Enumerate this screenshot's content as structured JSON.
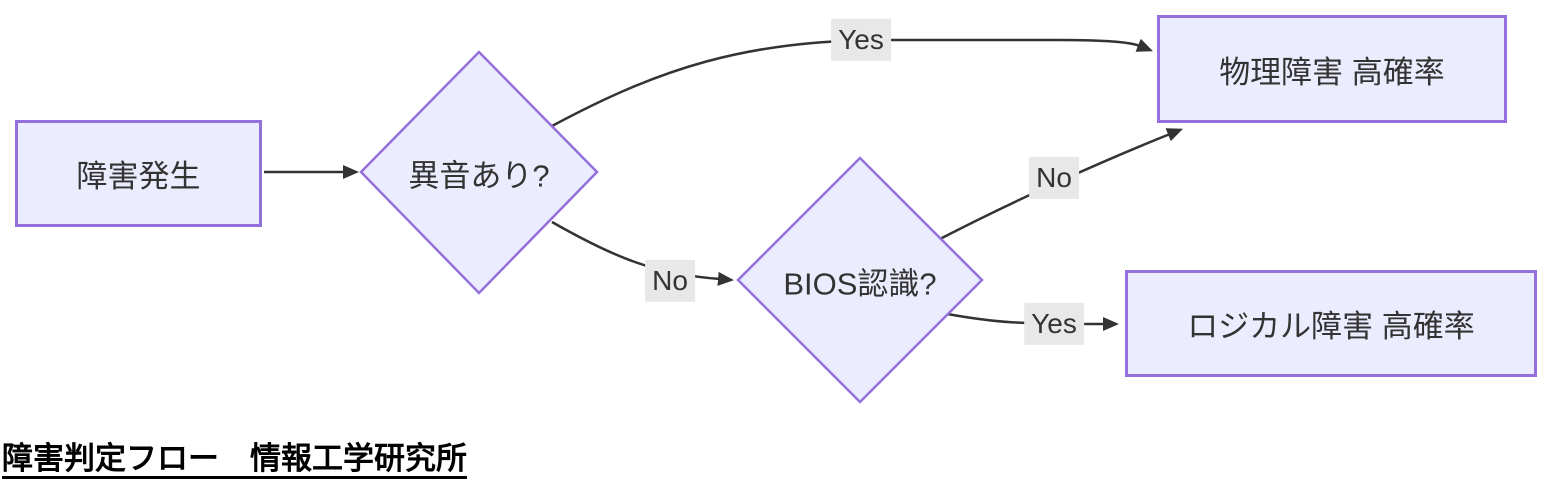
{
  "diagram": {
    "type": "flowchart",
    "direction": "left-to-right",
    "nodes": {
      "start": {
        "label": "障害発生",
        "shape": "rectangle"
      },
      "noise": {
        "label": "異音あり?",
        "shape": "diamond"
      },
      "bios": {
        "label": "BIOS認識?",
        "shape": "diamond"
      },
      "physical": {
        "label": "物理障害 高確率",
        "shape": "rectangle"
      },
      "logical": {
        "label": "ロジカル障害 高確率",
        "shape": "rectangle"
      }
    },
    "edges": [
      {
        "from": "start",
        "to": "noise",
        "label": ""
      },
      {
        "from": "noise",
        "to": "physical",
        "label": "Yes"
      },
      {
        "from": "noise",
        "to": "bios",
        "label": "No"
      },
      {
        "from": "bios",
        "to": "physical",
        "label": "No"
      },
      {
        "from": "bios",
        "to": "logical",
        "label": "Yes"
      }
    ],
    "edge_labels": {
      "noise_yes": "Yes",
      "noise_no": "No",
      "bios_no": "No",
      "bios_yes": "Yes"
    },
    "caption": "障害判定フロー　情報工学研究所",
    "colors": {
      "node_fill": "#ECECFF",
      "node_border": "#9370DB",
      "edge_line": "#333333",
      "edge_label_bg": "#E8E8E8",
      "node_text": "#333333",
      "caption_text": "#000000",
      "background": "#FFFFFF"
    }
  }
}
